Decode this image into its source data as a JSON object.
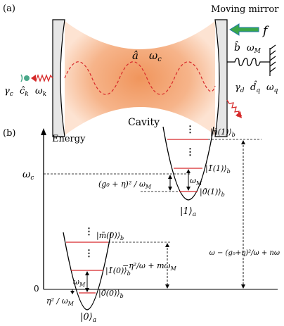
{
  "panel_a": {
    "label": "(a)",
    "moving_mirror": "Moving mirror",
    "force": "f",
    "cavity_mode": "â",
    "cavity_freq": "ω",
    "cavity_freq_sub": "c",
    "cavity": "Cavity",
    "bath_left": {
      "gamma": "γ",
      "gamma_sub": "c",
      "op": "ĉ",
      "op_sub": "k",
      "freq": "ω",
      "freq_sub": "k"
    },
    "mechanical": {
      "op": "b̂",
      "freq": "ω",
      "freq_sub": "M"
    },
    "bath_right": {
      "gamma": "γ",
      "gamma_sub": "d",
      "op": "d̂",
      "op_sub": "q",
      "freq": "ω",
      "freq_sub": "q"
    },
    "colors": {
      "cavity_glow": "#f4a070",
      "spring": "#000000",
      "arrow_left": "#d62a2a",
      "arrow_right": "#d62a2a",
      "force_arrow": "#3aa64a",
      "bath_icon": "#4aa88a"
    }
  },
  "panel_b": {
    "label": "(b)",
    "energy_axis": "Energy",
    "omega_c": "ω",
    "omega_c_sub": "c",
    "zero": "0",
    "shift_label": "(g₀ + η)² / ω",
    "shift_label_sub": "M",
    "omega_m": "ω",
    "omega_m_sub": "M",
    "eta_label": "η² / ω",
    "eta_label_sub": "M",
    "upper_states": [
      "|ñ(1)⟩",
      "|1̃(1)⟩",
      "|0̃(1)⟩"
    ],
    "upper_states_sub": "b",
    "upper_well": "|1⟩",
    "upper_well_sub": "a",
    "lower_states": [
      "|m̃(0)⟩",
      "|1̃(0)⟩",
      "|0̃(0)⟩"
    ],
    "lower_states_sub": "b",
    "lower_well": "|0⟩",
    "lower_well_sub": "a",
    "lower_energy_expr": "−η²/ω + mω",
    "lower_energy_expr_sub": "M",
    "upper_energy_expr": "ω − (g₀+η)²/ω + nω",
    "ellipsis": "⋮",
    "colors": {
      "level": "#d8282a",
      "axis": "#000000"
    }
  }
}
